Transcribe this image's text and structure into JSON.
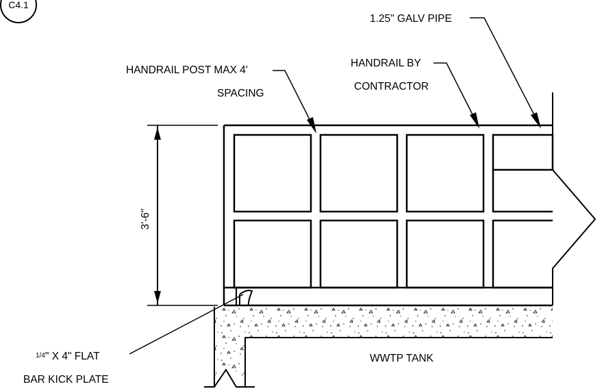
{
  "detail_tag": "C4.1",
  "labels": {
    "galv_pipe": "1.25\" GALV PIPE",
    "post_spacing_line1": "HANDRAIL POST MAX 4'",
    "post_spacing_line2": "SPACING",
    "handrail_by_line1": "HANDRAIL BY",
    "handrail_by_line2": "CONTRACTOR",
    "height_dim": "3'-6\"",
    "kick_plate_line1_frac": "1/4",
    "kick_plate_line1_rest": "\" X 4\" FLAT",
    "kick_plate_line2": "BAR KICK PLATE",
    "tank": "WWTP TANK"
  },
  "colors": {
    "line": "#000000",
    "background": "#ffffff"
  }
}
